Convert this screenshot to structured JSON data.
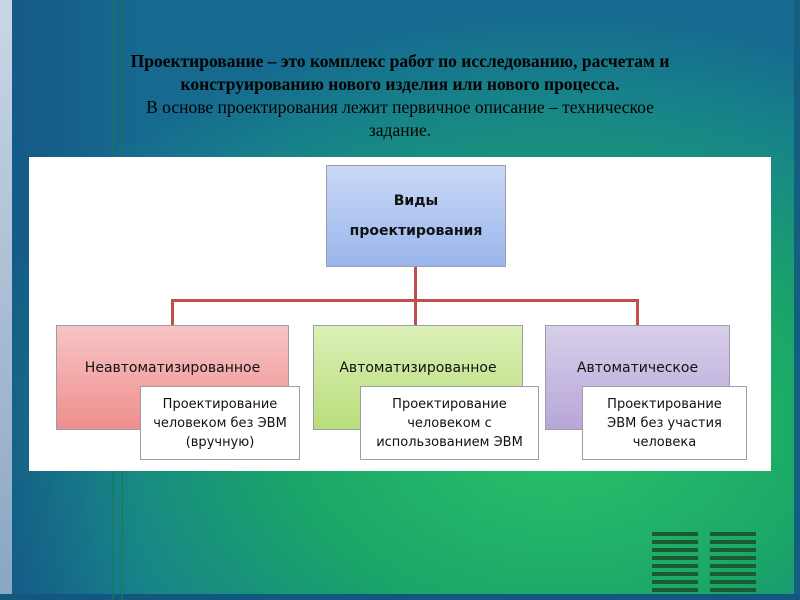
{
  "heading": {
    "bold_line_1": "Проектирование – это комплекс работ по исследованию, расчетам и",
    "bold_line_2": "конструированию нового изделия или нового процесса.",
    "normal_line_1": "В основе проектирования лежит первичное описание – техническое",
    "normal_line_2": "задание."
  },
  "diagram": {
    "root": {
      "line_1": "Виды",
      "line_2": "проектирования"
    },
    "categories": [
      {
        "label": "Неавтоматизированное",
        "color": "#ef8e8e",
        "note": [
          "Проектирование",
          "человеком без ЭВМ",
          "(вручную)"
        ]
      },
      {
        "label": "Автоматизированное",
        "color": "#b9dd7a",
        "note": [
          "Проектирование",
          "человеком с",
          "использованием ЭВМ"
        ]
      },
      {
        "label": "Автоматическое",
        "color": "#b7a6d8",
        "note": [
          "Проектирование",
          "ЭВМ без участия",
          "человека"
        ]
      }
    ],
    "root_color": "#9ab6ec",
    "connector_color": "#c0504d"
  },
  "theme": {
    "background": "#1aa668",
    "logo": "trigram-logo"
  }
}
